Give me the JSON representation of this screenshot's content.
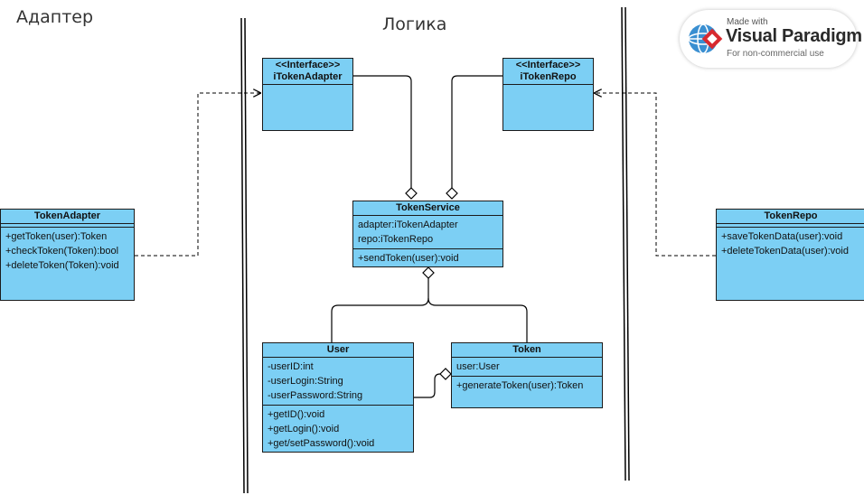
{
  "zones": {
    "adapter": "Адаптер",
    "logic": "Логика"
  },
  "badge": {
    "made_with": "Made with",
    "brand": "Visual Paradigm",
    "sub": "For non-commercial use"
  },
  "classes": {
    "itokenadapter": {
      "stereotype": "<<Interface>>",
      "name": "iTokenAdapter"
    },
    "itokenrepo": {
      "stereotype": "<<Interface>>",
      "name": "iTokenRepo"
    },
    "tokenservice": {
      "name": "TokenService",
      "attributes": [
        "adapter:iTokenAdapter",
        "repo:iTokenRepo"
      ],
      "methods": [
        "+sendToken(user):void"
      ]
    },
    "tokenadapter": {
      "name": "TokenAdapter",
      "methods": [
        "+getToken(user):Token",
        "+checkToken(Token):bool",
        "+deleteToken(Token):void"
      ]
    },
    "tokenrepo": {
      "name": "TokenRepo",
      "methods": [
        "+saveTokenData(user):void",
        "+deleteTokenData(user):void"
      ]
    },
    "user": {
      "name": "User",
      "attributes": [
        "-userID:int",
        "-userLogin:String",
        "-userPassword:String"
      ],
      "methods": [
        "+getID():void",
        "+getLogin():void",
        "+get/setPassword():void"
      ]
    },
    "token": {
      "name": "Token",
      "attributes": [
        "user:User"
      ],
      "methods": [
        "+generateToken(user):Token"
      ]
    }
  },
  "colors": {
    "class_fill": "#7ccff4",
    "line": "#000000"
  }
}
